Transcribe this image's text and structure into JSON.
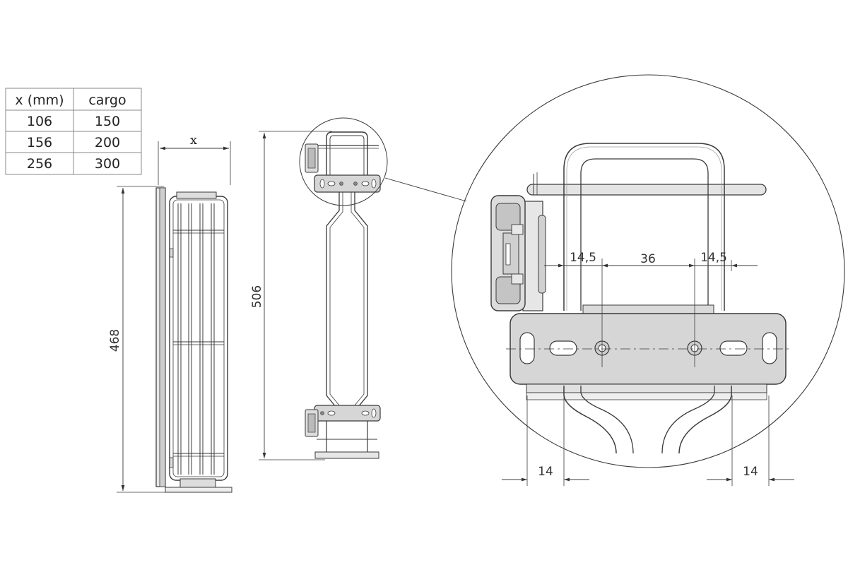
{
  "table": {
    "headers": [
      "x (mm)",
      "cargo"
    ],
    "rows": [
      [
        "106",
        "150"
      ],
      [
        "156",
        "200"
      ],
      [
        "256",
        "300"
      ]
    ]
  },
  "dimensions": {
    "width_label": "x",
    "height_front": "468",
    "height_side": "506",
    "hole_spacing_left": "14,5",
    "hole_spacing_center": "36",
    "hole_spacing_right": "14,5",
    "bottom_left": "14",
    "bottom_right": "14"
  },
  "colors": {
    "line": "#3a3a3a",
    "metal": "#cfcfcf",
    "metal_dark": "#9a9a9a",
    "plate": "#d6d6d6"
  }
}
